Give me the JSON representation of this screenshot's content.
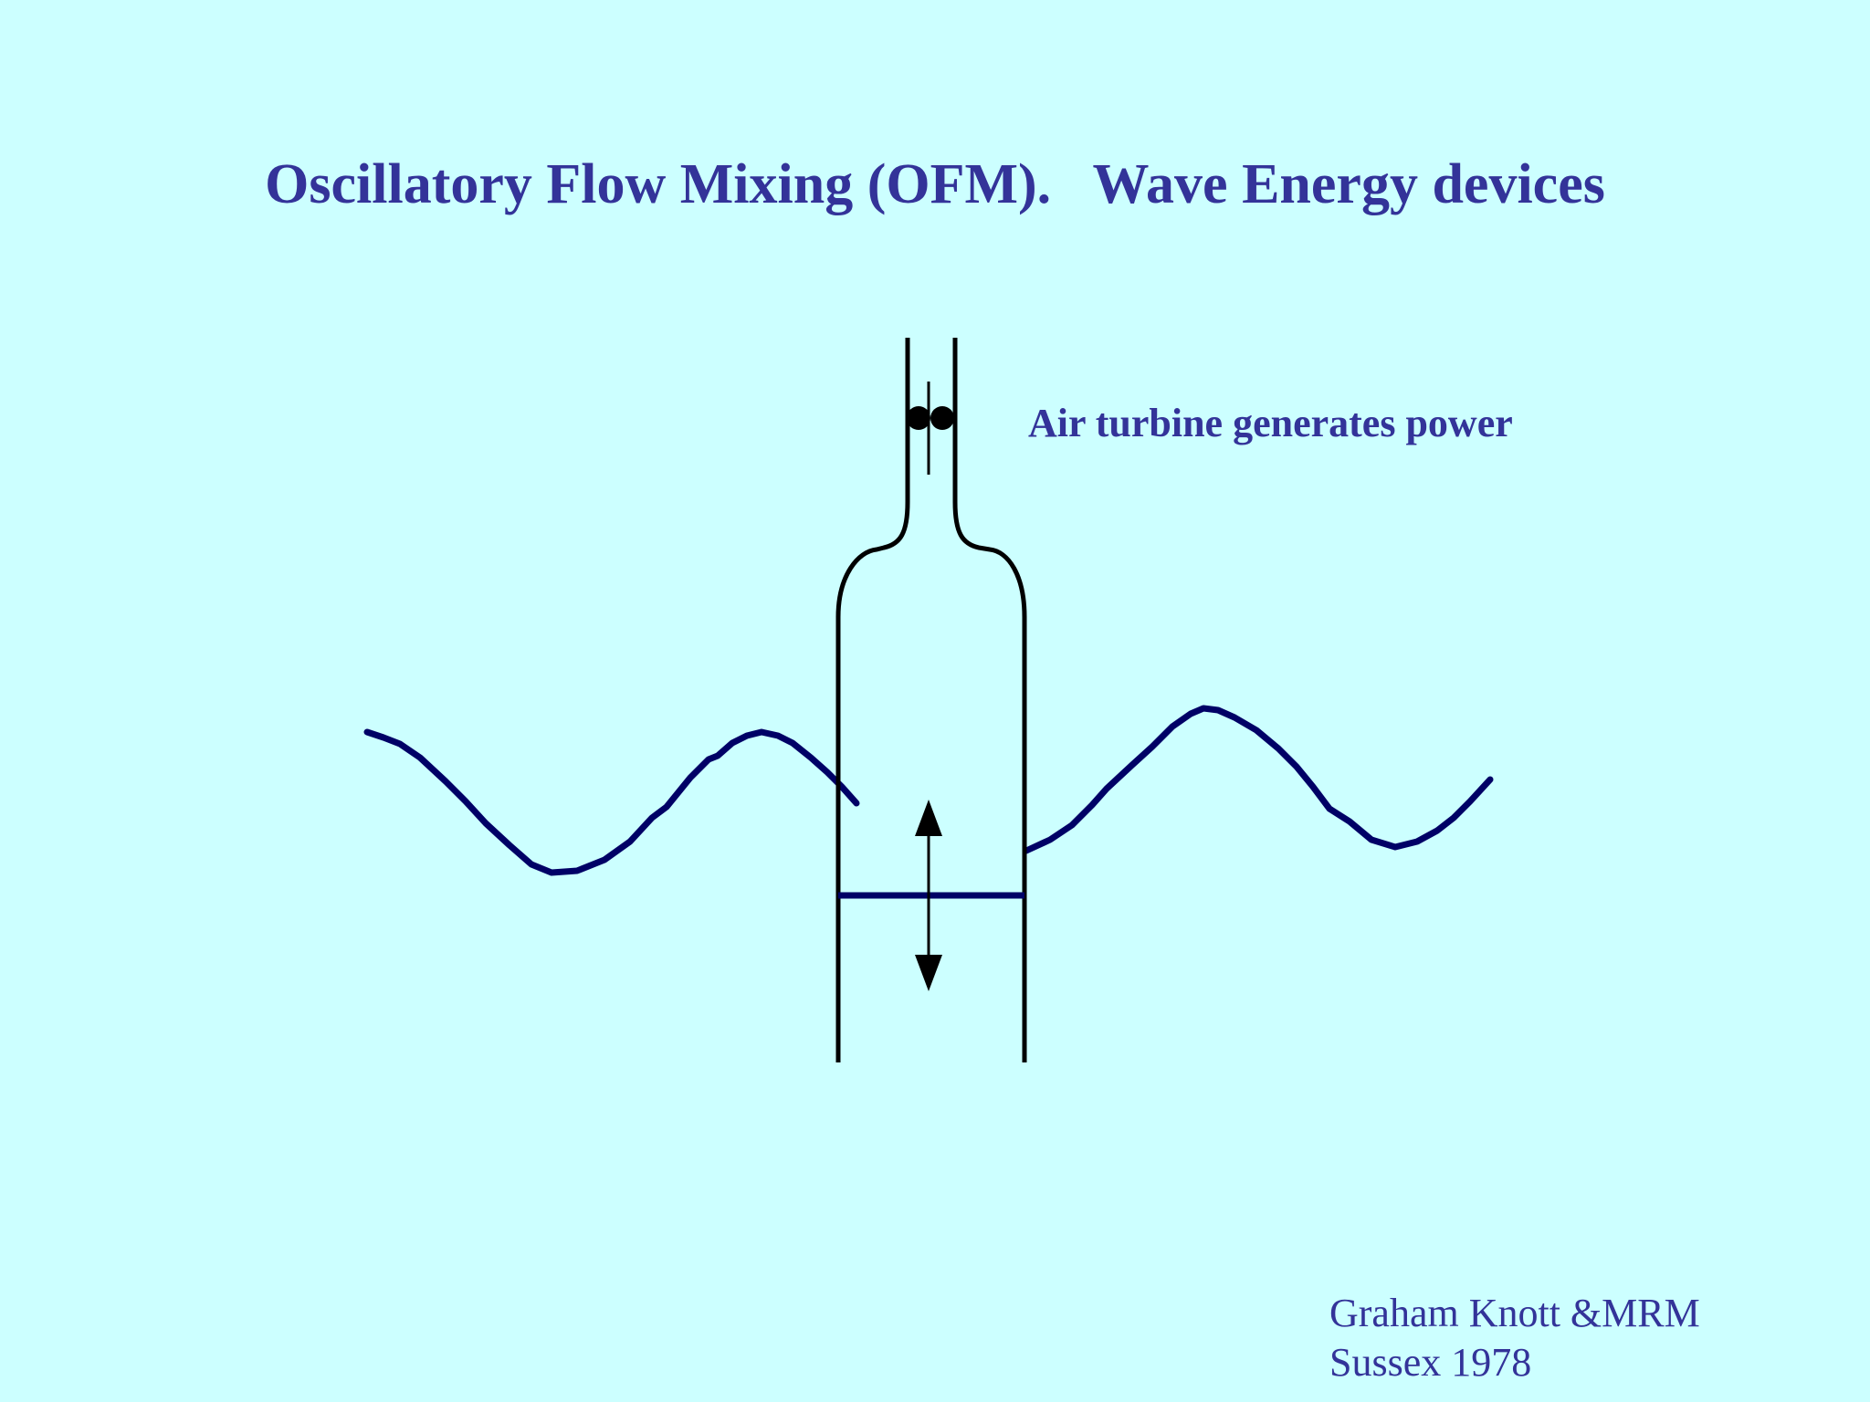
{
  "slide": {
    "title": "Oscillatory Flow Mixing (OFM).   Wave Energy devices",
    "turbine_label": "Air turbine generates power",
    "credits": {
      "line1": "Graham Knott &MRM",
      "line2": "Sussex 1978"
    }
  },
  "colors": {
    "background": "#ccffff",
    "text": "#333399",
    "wave": "#000066",
    "device_outline": "#000000"
  }
}
